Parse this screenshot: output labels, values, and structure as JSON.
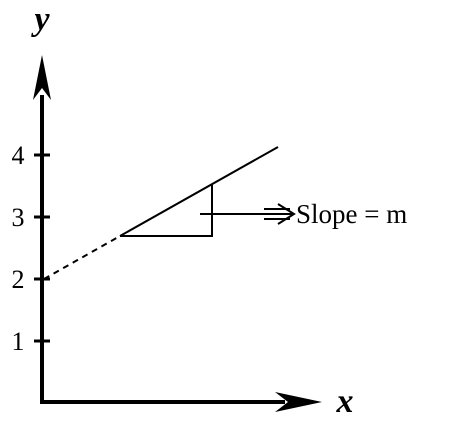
{
  "axes": {
    "x_label": "x",
    "y_label": "y",
    "y_ticks": [
      "1",
      "2",
      "3",
      "4"
    ]
  },
  "annotation": {
    "slope_label": "Slope = m"
  },
  "colors": {
    "ink": "#000000",
    "background": "#ffffff"
  }
}
